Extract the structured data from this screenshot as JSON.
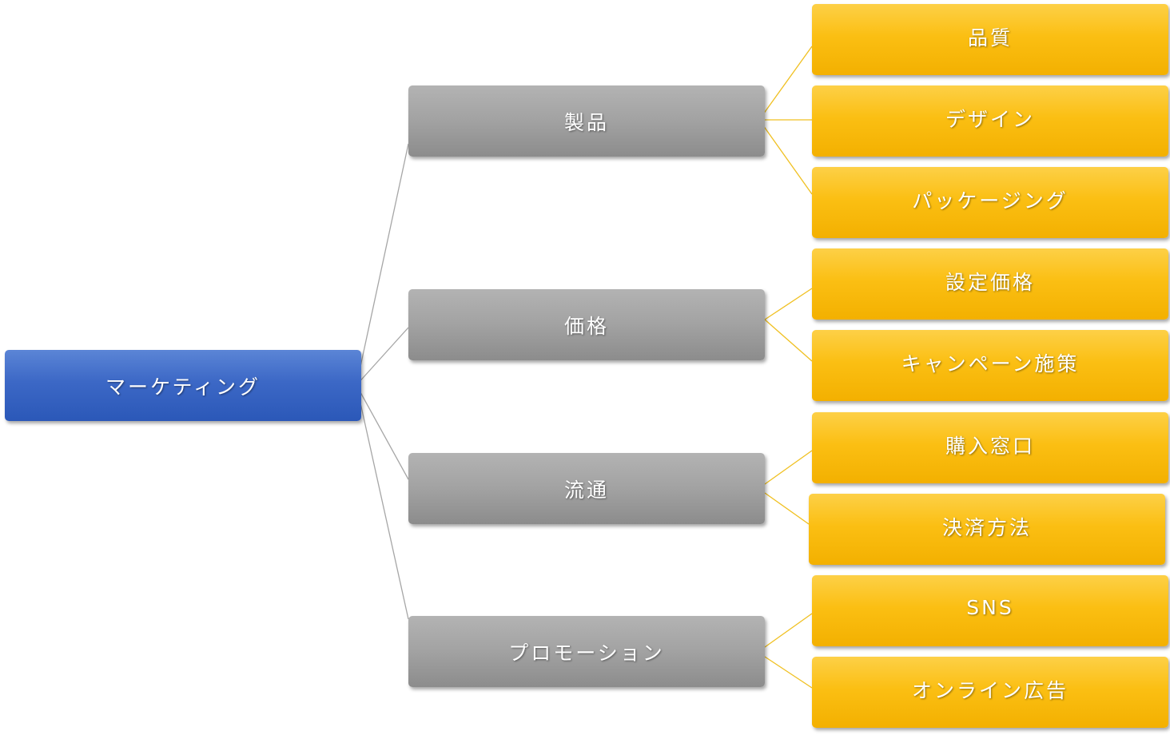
{
  "root": {
    "label": "マーケティング",
    "color": "#3c68c6"
  },
  "branches": [
    {
      "label": "製品",
      "children": [
        "品質",
        "デザイン",
        "パッケージング"
      ]
    },
    {
      "label": "価格",
      "children": [
        "設定価格",
        "キャンペーン施策"
      ]
    },
    {
      "label": "流通",
      "children": [
        "購入窓口",
        "決済方法"
      ]
    },
    {
      "label": "プロモーション",
      "children": [
        "SNS",
        "オンライン広告"
      ]
    }
  ],
  "colors": {
    "root": "#3c68c6",
    "branch": "#a2a2a2",
    "leaf": "#fbbf13",
    "root_connector": "#a6a6a6",
    "leaf_connector": "#f0c020"
  }
}
